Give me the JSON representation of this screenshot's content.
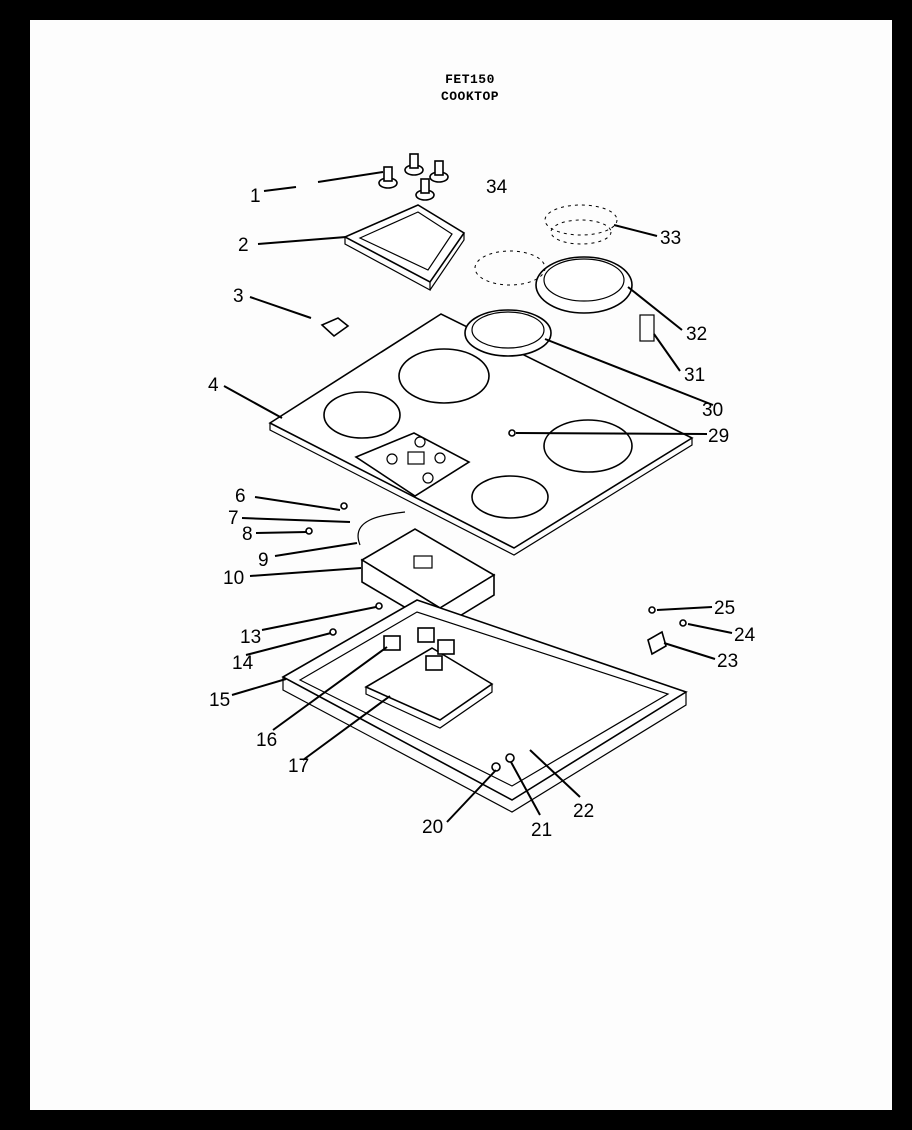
{
  "header": {
    "model": "FET150",
    "section": "COOKTOP"
  },
  "callouts": [
    {
      "id": "c1",
      "label": "1"
    },
    {
      "id": "c2",
      "label": "2"
    },
    {
      "id": "c3",
      "label": "3"
    },
    {
      "id": "c4",
      "label": "4"
    },
    {
      "id": "c6",
      "label": "6"
    },
    {
      "id": "c7",
      "label": "7"
    },
    {
      "id": "c8",
      "label": "8"
    },
    {
      "id": "c9",
      "label": "9"
    },
    {
      "id": "c10",
      "label": "10"
    },
    {
      "id": "c13",
      "label": "13"
    },
    {
      "id": "c14",
      "label": "14"
    },
    {
      "id": "c15",
      "label": "15"
    },
    {
      "id": "c16",
      "label": "16"
    },
    {
      "id": "c17",
      "label": "17"
    },
    {
      "id": "c20",
      "label": "20"
    },
    {
      "id": "c21",
      "label": "21"
    },
    {
      "id": "c22",
      "label": "22"
    },
    {
      "id": "c23",
      "label": "23"
    },
    {
      "id": "c24",
      "label": "24"
    },
    {
      "id": "c25",
      "label": "25"
    },
    {
      "id": "c29",
      "label": "29"
    },
    {
      "id": "c30",
      "label": "30"
    },
    {
      "id": "c31",
      "label": "31"
    },
    {
      "id": "c32",
      "label": "32"
    },
    {
      "id": "c33",
      "label": "33"
    },
    {
      "id": "c34",
      "label": "34"
    }
  ]
}
